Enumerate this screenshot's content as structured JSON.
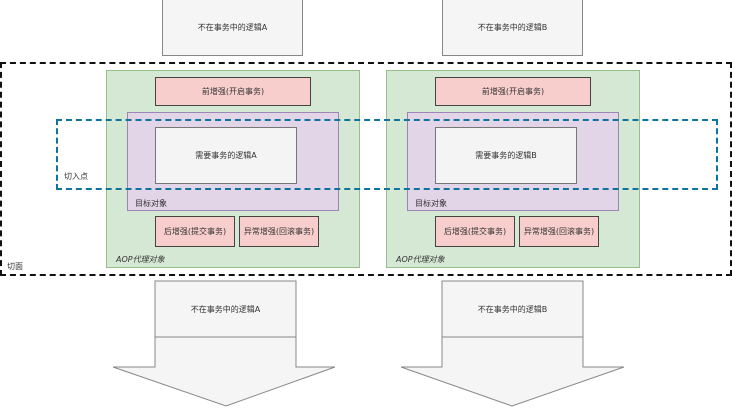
{
  "top_boxes": {
    "a": "不在事务中的逻辑A",
    "b": "不在事务中的逻辑B"
  },
  "aspect_label": "切面",
  "pointcut_label": "切入点",
  "proxy_a": {
    "label": "AOP代理对象",
    "before": "前增强(开启事务)",
    "target_label": "目标对象",
    "logic": "需要事务的逻辑A",
    "after": "后增强(提交事务)",
    "exception": "异常增强(回滚事务)"
  },
  "proxy_b": {
    "label": "AOP代理对象",
    "before": "前增强(开启事务)",
    "target_label": "目标对象",
    "logic": "需要事务的逻辑B",
    "after": "后增强(提交事务)",
    "exception": "异常增强(回滚事务)"
  },
  "bottom_arrows": {
    "a": "不在事务中的逻辑A",
    "b": "不在事务中的逻辑B"
  },
  "colors": {
    "proxy_fill": "#d5e8d4",
    "target_fill": "#e1d5e7",
    "advice_fill": "#f8cecc",
    "pointcut_stroke": "#10739e",
    "aspect_stroke": "#111111"
  }
}
